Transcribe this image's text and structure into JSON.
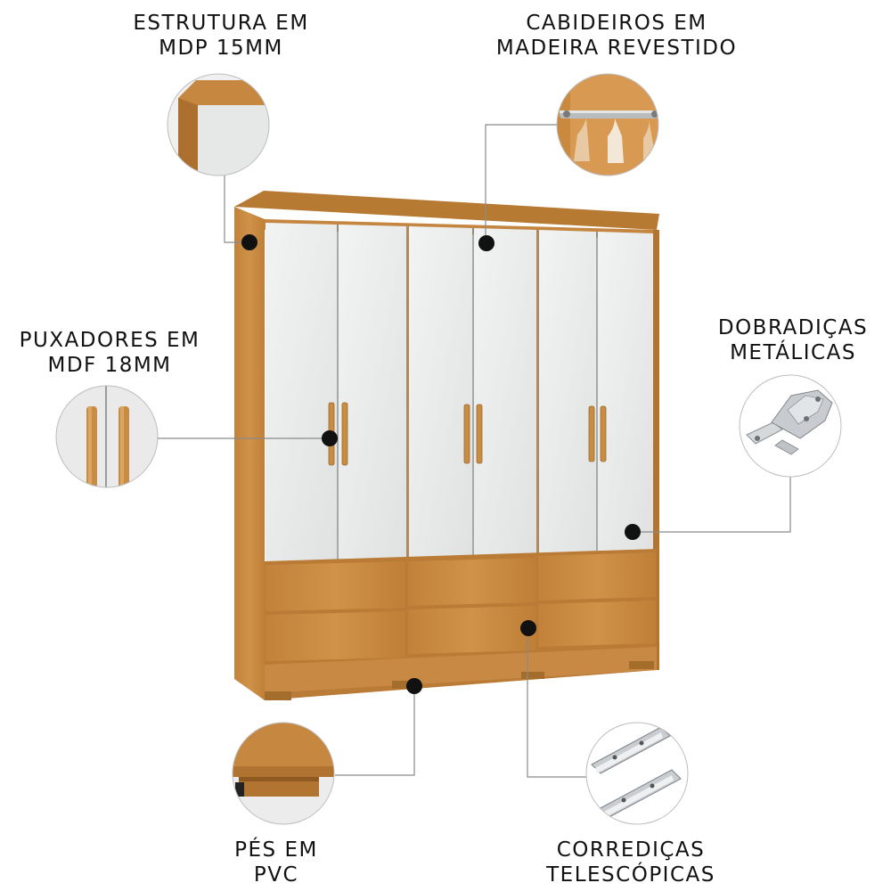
{
  "callouts": {
    "estrutura": {
      "line1": "ESTRUTURA EM",
      "line2": "MDP 15MM"
    },
    "cabideiros": {
      "line1": "CABIDEIROS EM",
      "line2": "MADEIRA REVESTIDO"
    },
    "puxadores": {
      "line1": "PUXADORES EM",
      "line2": "MDF 18MM"
    },
    "dobradicas": {
      "line1": "DOBRADIÇAS",
      "line2": "METÁLICAS"
    },
    "pes": {
      "line1": "PÉS EM",
      "line2": "PVC"
    },
    "corredicas": {
      "line1": "CORREDIÇAS",
      "line2": "TELESCÓPICAS"
    }
  },
  "colors": {
    "wood": "#c8893f",
    "wood_dark": "#a86a28",
    "door_white": "#eceeee",
    "marker": "#111111",
    "leader_line": "#8a8a8a",
    "detail_circle_bg": "#e9e9e9"
  },
  "product": {
    "doors": 6,
    "drawers": 6
  }
}
